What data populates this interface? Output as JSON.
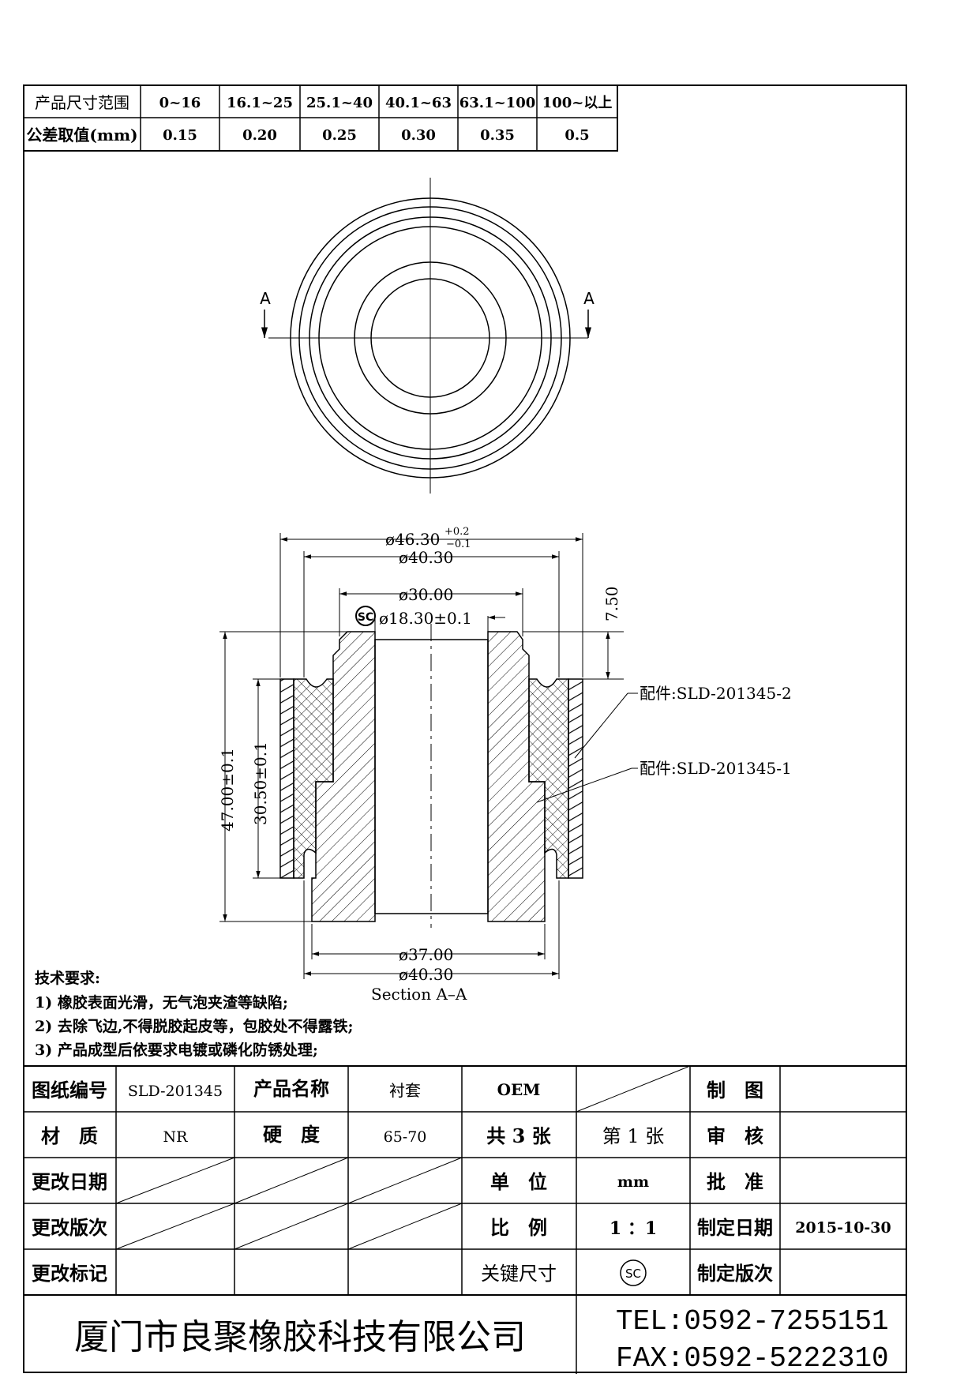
{
  "tolerance_table": {
    "row1_label": "产品尺寸范围",
    "row2_label": "公差取值(mm)",
    "ranges": [
      "0~16",
      "16.1~25",
      "25.1~40",
      "40.1~63",
      "63.1~100",
      "100~以上"
    ],
    "values": [
      "0.15",
      "0.20",
      "0.25",
      "0.30",
      "0.35",
      "0.5"
    ]
  },
  "top_view": {
    "section_mark_left": "A",
    "section_mark_right": "A"
  },
  "dimensions": {
    "outer_diameter": "ø46.30",
    "outer_tol_upper": "+0.2",
    "outer_tol_lower": "−0.1",
    "flange_diameter": "ø40.30",
    "top_diameter": "ø30.00",
    "bore_diameter": "ø18.30±0.1",
    "height_top_step": "7.50",
    "total_height": "47.00±0.1",
    "sleeve_height": "30.50±0.1",
    "bottom_diameter_1": "ø37.00",
    "bottom_diameter_2": "ø40.30",
    "section_label": "Section A–A",
    "key_symbol": "SC"
  },
  "callouts": {
    "part_2": "配件:SLD-201345-2",
    "part_1": "配件:SLD-201345-1"
  },
  "tech_requirements": {
    "title": "技术要求:",
    "items": [
      "1) 橡胶表面光滑，无气泡夹渣等缺陷;",
      "2) 去除飞边,不得脱胶起皮等，包胶处不得露铁;",
      "3) 产品成型后依要求电镀或磷化防锈处理;"
    ]
  },
  "title_block": {
    "drawing_no_label": "图纸编号",
    "drawing_no": "SLD-201345",
    "product_name_label": "产品名称",
    "product_name": "衬套",
    "oem": "OEM",
    "drawn_label": "制　图",
    "material_label": "材　质",
    "material": "NR",
    "hardness_label": "硬　度",
    "hardness": "65-70",
    "sheets_total": "共 3 张",
    "sheet_no": "第 1 张",
    "review_label": "审　核",
    "change_date_label": "更改日期",
    "unit_label": "单　位",
    "unit": "mm",
    "approve_label": "批　准",
    "change_version_label": "更改版次",
    "scale_label": "比　例",
    "scale": "1 ：1",
    "issue_date_label": "制定日期",
    "issue_date": "2015-10-30",
    "change_mark_label": "更改标记",
    "key_dim_label": "关键尺寸",
    "key_dim_symbol": "SC",
    "issue_version_label": "制定版次",
    "company": "厦门市良聚橡胶科技有限公司",
    "tel": "TEL:0592-7255151",
    "fax": "FAX:0592-5222310"
  }
}
